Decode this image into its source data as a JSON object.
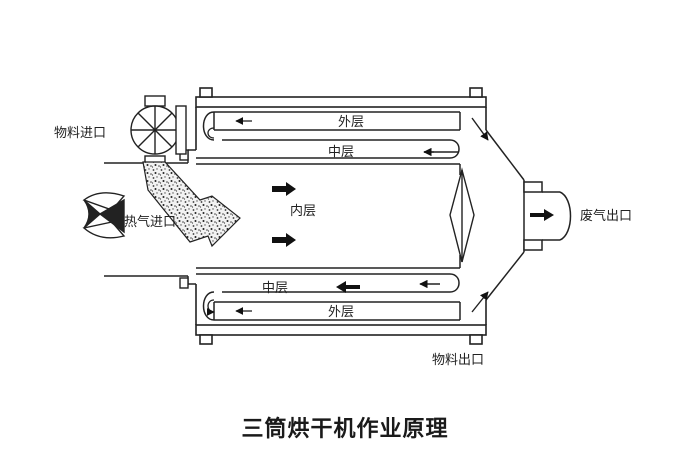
{
  "diagram": {
    "title": "三筒烘干机作业原理",
    "labels": {
      "material_inlet": "物料进口",
      "hot_air_inlet": "热气进口",
      "inner_layer": "内层",
      "middle_layer_top": "中层",
      "middle_layer_bottom": "中层",
      "outer_layer_top": "外层",
      "outer_layer_bottom": "外层",
      "exhaust_outlet": "废气出口",
      "material_outlet": "物料出口"
    }
  }
}
